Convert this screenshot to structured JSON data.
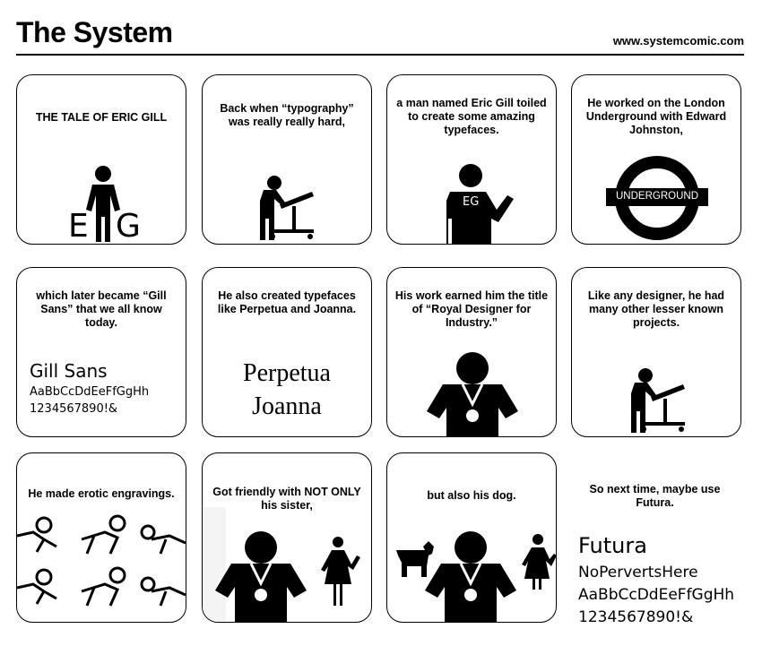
{
  "header": {
    "title": "The System",
    "url": "www.systemcomic.com"
  },
  "panels": [
    {
      "caption": "THE TALE OF ERIC GILL",
      "initials_left": "E",
      "initials_right": "G"
    },
    {
      "caption": "Back when “typography” was really really hard,"
    },
    {
      "caption": "a man named Eric Gill toiled to create some amazing typefaces.",
      "shirt_text": "EG"
    },
    {
      "caption": "He worked on the London Underground with Edward Johnston,",
      "logo_text": "UNDERGROUND"
    },
    {
      "caption": "which later became “Gill Sans” that we all know today.",
      "font_name": "Gill Sans",
      "sample_letters": "AaBbCcDdEeFfGgHh",
      "sample_digits": "1234567890!&"
    },
    {
      "caption": "He also created typefaces like Perpetua and Joanna.",
      "font_1": "Perpetua",
      "font_2": "Joanna"
    },
    {
      "caption": "His work earned him the title of “Royal Designer for Industry.”"
    },
    {
      "caption": "Like any designer, he had many other lesser known projects."
    },
    {
      "caption": "He made erotic engravings."
    },
    {
      "caption": "Got friendly with NOT ONLY his sister,"
    },
    {
      "caption": "but also his dog."
    },
    {
      "caption": "So next time, maybe use Futura.",
      "font_name": "Futura",
      "sample_phrase": "NoPervertsHere",
      "sample_letters": "AaBbCcDdEeFfGgHh",
      "sample_digits": "1234567890!&"
    }
  ]
}
